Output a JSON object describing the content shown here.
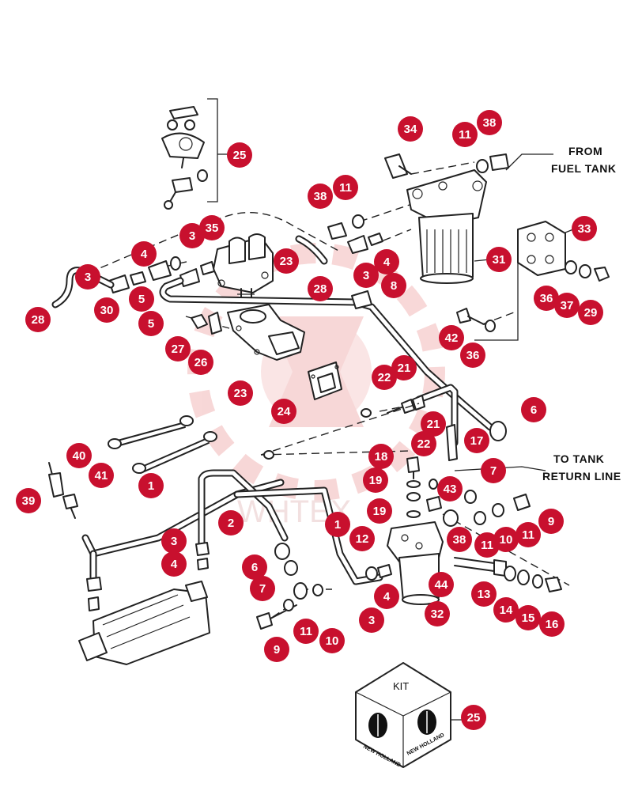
{
  "notes": {
    "from_fuel_tank_line1": "FROM",
    "from_fuel_tank_line2": "FUEL TANK",
    "to_tank_return_line1": "TO TANK",
    "to_tank_return_line2": "RETURN LINE"
  },
  "kit": {
    "label": "KIT",
    "brand": "NEW HOLLAND",
    "callout": "25"
  },
  "watermark": {
    "text": "WHTEX"
  },
  "colors": {
    "callout": "#c8102e",
    "line": "#222222",
    "watermark": "#f2b8b8"
  },
  "callouts": [
    "34",
    "11",
    "38",
    "25",
    "38",
    "11",
    "33",
    "3",
    "4",
    "31",
    "4",
    "23",
    "28",
    "3",
    "8",
    "3",
    "35",
    "36",
    "37",
    "29",
    "30",
    "5",
    "42",
    "36",
    "27",
    "26",
    "5",
    "22",
    "21",
    "23",
    "24",
    "6",
    "21",
    "22",
    "17",
    "18",
    "40",
    "7",
    "19",
    "43",
    "41",
    "39",
    "1",
    "19",
    "9",
    "2",
    "1",
    "12",
    "38",
    "11",
    "10",
    "11",
    "3",
    "6",
    "4",
    "7",
    "44",
    "13",
    "14",
    "15",
    "16",
    "3",
    "11",
    "4",
    "32",
    "9",
    "10",
    "28"
  ]
}
